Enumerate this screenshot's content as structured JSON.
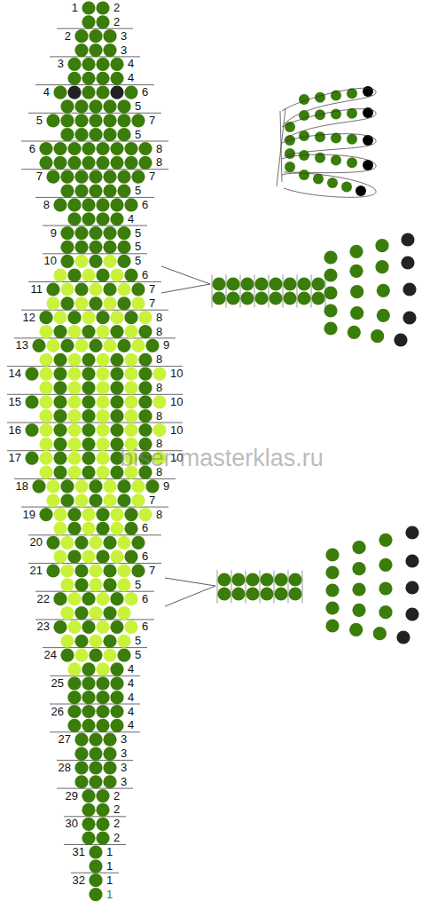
{
  "diagram": {
    "labels": [
      "1",
      "2",
      "2",
      "2",
      "3",
      "3",
      "3",
      "4",
      "4",
      "4",
      "6",
      "5",
      "5",
      "7",
      "5",
      "6",
      "8",
      "8",
      "7",
      "7",
      "5",
      "8",
      "6",
      "4",
      "9",
      "5",
      "5",
      "10",
      "5",
      "6",
      "11",
      "7",
      "7",
      "12",
      "8",
      "8",
      "13",
      "9",
      "8",
      "14",
      "10",
      "8",
      "15",
      "10",
      "8",
      "16",
      "10",
      "8",
      "17",
      "10",
      "8",
      "18",
      "9",
      "7",
      "19",
      "8",
      "6",
      "20",
      "6",
      "21",
      "7",
      "5",
      "22",
      "6",
      "23",
      "6",
      "5",
      "24",
      "5",
      "4",
      "25",
      "4",
      "4",
      "26",
      "4",
      "4",
      "27",
      "3",
      "3",
      "28",
      "3",
      "3",
      "29",
      "2",
      "2",
      "30",
      "2",
      "2",
      "31",
      "1",
      "1",
      "32",
      "1",
      "1",
      "biser-masterklas.ru"
    ]
  }
}
